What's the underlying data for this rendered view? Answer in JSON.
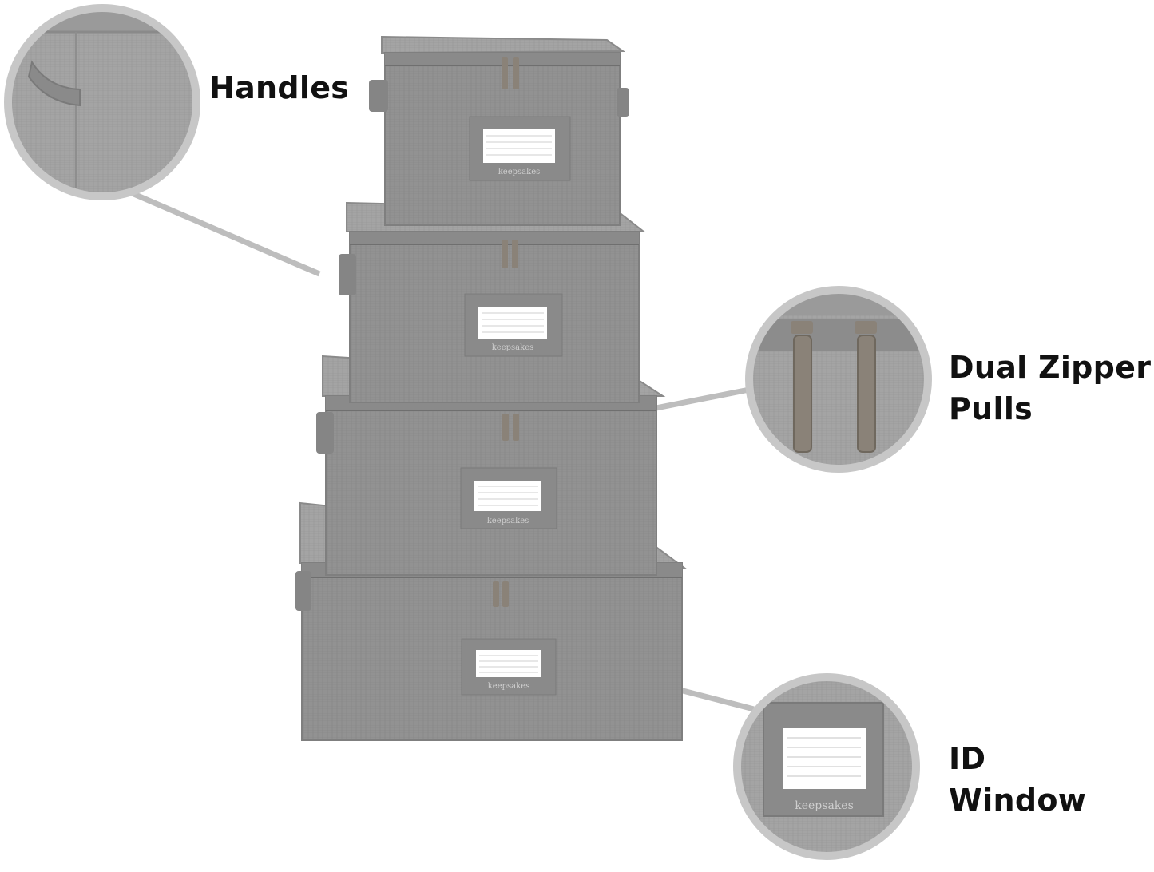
{
  "callouts": {
    "handles": {
      "lines": [
        "Handles"
      ]
    },
    "zipper": {
      "lines": [
        "Dual Zipper",
        "Pulls"
      ]
    },
    "id_window": {
      "lines": [
        "ID",
        "Window"
      ]
    }
  },
  "brand_text": "keepsakes",
  "colors": {
    "fabric": "#8f8f8f",
    "fabric_light": "#a3a3a3",
    "fabric_dark": "#7a7a7a",
    "trim": "#858585",
    "circle_border": "#c7c7c7",
    "connector": "#bdbdbd",
    "metal": "#8a8278",
    "label_text": "#111111"
  },
  "icons": {
    "handle_detail": "fabric-handle-icon",
    "zipper_detail": "zipper-pull-icon",
    "id_detail": "id-card-window-icon"
  }
}
